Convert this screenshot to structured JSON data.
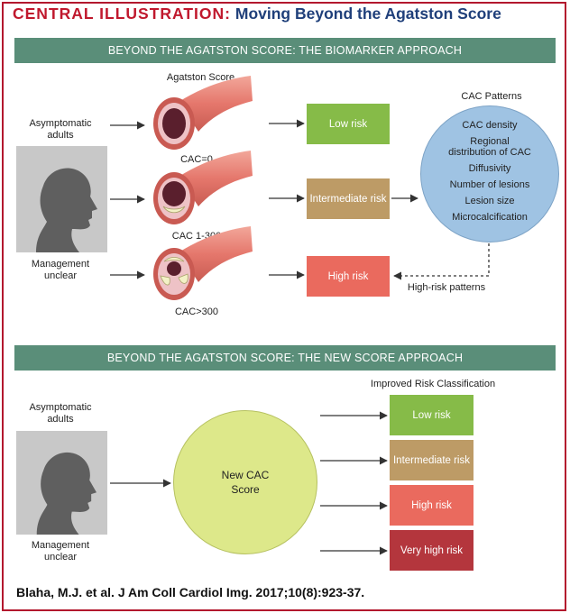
{
  "title": {
    "lead": "CENTRAL ILLUSTRATION:",
    "main": "Moving Beyond the Agatston Score"
  },
  "biomarker": {
    "banner": "BEYOND THE AGATSTON SCORE: THE BIOMARKER APPROACH",
    "agatston_label": "Agatston Score",
    "asymptomatic_label": "Asymptomatic adults",
    "management_label": "Management unclear",
    "vessels": [
      {
        "label": "CAC=0",
        "risk": "Low risk",
        "color": "#86bb48"
      },
      {
        "label": "CAC 1-300",
        "risk": "Intermediate risk",
        "color": "#bd9b66"
      },
      {
        "label": "CAC>300",
        "risk": "High risk",
        "color": "#ea6a5e"
      }
    ],
    "patterns": {
      "heading": "CAC Patterns",
      "items": [
        "CAC density",
        "Regional distribution of CAC",
        "Diffusivity",
        "Number of lesions",
        "Lesion size",
        "Microcalcification"
      ]
    },
    "high_risk_patterns": "High-risk patterns"
  },
  "newscore": {
    "banner": "BEYOND THE AGATSTON SCORE: THE NEW SCORE APPROACH",
    "asymptomatic_label": "Asymptomatic adults",
    "management_label": "Management unclear",
    "score_label": "New CAC Score",
    "classification_heading": "Improved Risk Classification",
    "risks": [
      {
        "label": "Low risk",
        "color": "#86bb48"
      },
      {
        "label": "Intermediate risk",
        "color": "#bd9b66"
      },
      {
        "label": "High risk",
        "color": "#ea6a5e"
      },
      {
        "label": "Very high risk",
        "color": "#b4363d"
      }
    ]
  },
  "citation": "Blaha, M.J. et al. J Am Coll Cardiol Img. 2017;10(8):923-37."
}
